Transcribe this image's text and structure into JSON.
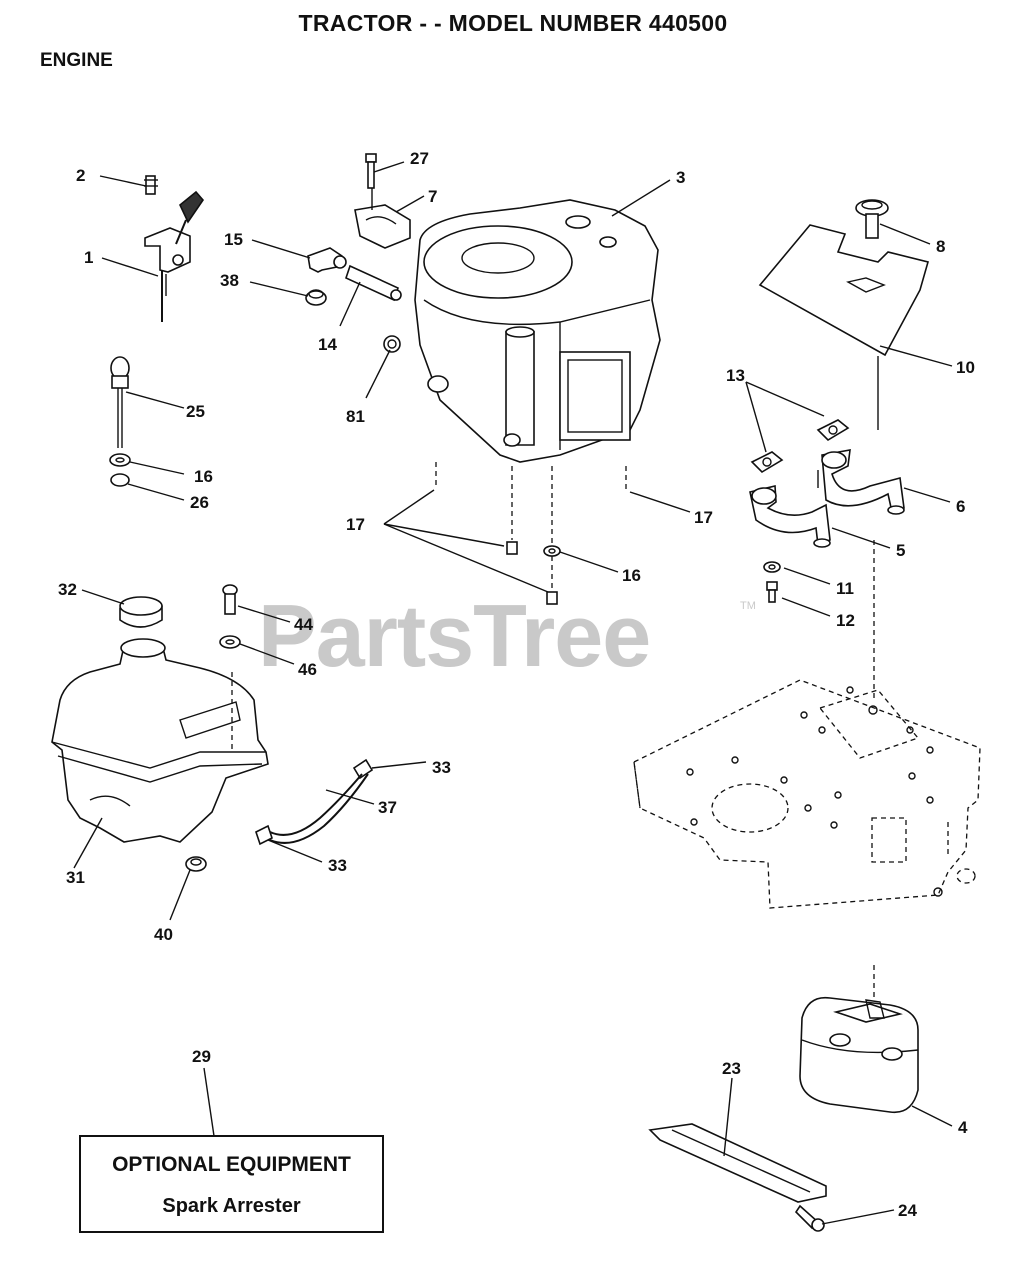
{
  "title": "TRACTOR - - MODEL NUMBER 440500",
  "section": "ENGINE",
  "watermark": "PartsTree",
  "watermark_tm": "TM",
  "optional_equipment": {
    "heading": "OPTIONAL EQUIPMENT",
    "item": "Spark Arrester"
  },
  "callouts": {
    "c1": "1",
    "c2": "2",
    "c3": "3",
    "c4": "4",
    "c5": "5",
    "c6": "6",
    "c7": "7",
    "c8": "8",
    "c10": "10",
    "c11": "11",
    "c12": "12",
    "c13": "13",
    "c14": "14",
    "c15": "15",
    "c16a": "16",
    "c16b": "16",
    "c17a": "17",
    "c17b": "17",
    "c23": "23",
    "c24": "24",
    "c25": "25",
    "c26": "26",
    "c27": "27",
    "c29": "29",
    "c31": "31",
    "c32": "32",
    "c33a": "33",
    "c33b": "33",
    "c37": "37",
    "c38": "38",
    "c40": "40",
    "c44": "44",
    "c46": "46",
    "c81": "81"
  }
}
